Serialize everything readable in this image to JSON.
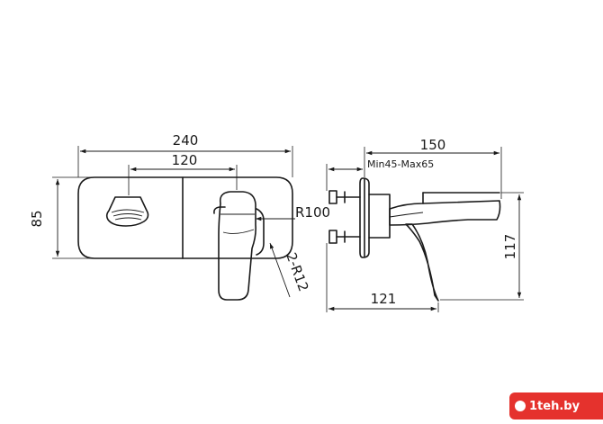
{
  "dimensions": {
    "width_total": "240",
    "width_inner": "120",
    "height_plate": "85",
    "radius_plate": "R100",
    "radius_handle": "2-R12",
    "depth_total": "150",
    "depth_range": "Min45-Max65",
    "depth_body": "121",
    "height_total": "117"
  },
  "watermark": {
    "text": "1teh.by",
    "color": "#e5322d"
  }
}
